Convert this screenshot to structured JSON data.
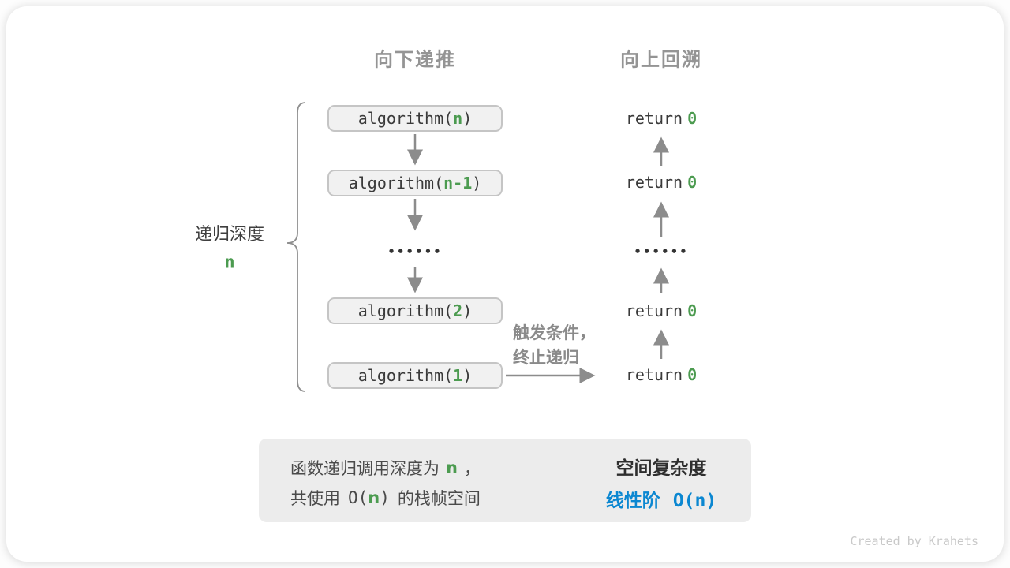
{
  "colors": {
    "accent_green": "#4c9b50",
    "accent_blue": "#0b87d1",
    "heading_gray": "#949494",
    "arrow_gray": "#8c8c8c",
    "box_fill": "#f1f1f1",
    "box_border": "#c5c5c5",
    "summary_bg": "#ececec",
    "text_dark": "#3a3a3a"
  },
  "headings": {
    "downward": "向下递推",
    "upward": "向上回溯"
  },
  "depth_brace": {
    "label": "递归深度",
    "value": "n"
  },
  "recursion_column": {
    "calls": [
      {
        "pre": "algorithm(",
        "arg": "n",
        "post": ")"
      },
      {
        "pre": "algorithm(",
        "arg": "n-1",
        "post": ")"
      },
      {
        "pre": "algorithm(",
        "arg": "2",
        "post": ")"
      },
      {
        "pre": "algorithm(",
        "arg": "1",
        "post": ")"
      }
    ],
    "ellipsis": "••••••"
  },
  "return_column": {
    "returns": [
      {
        "pre": "return",
        "val": "0"
      },
      {
        "pre": "return",
        "val": "0"
      },
      {
        "pre": "return",
        "val": "0"
      },
      {
        "pre": "return",
        "val": "0"
      }
    ],
    "ellipsis": "••••••"
  },
  "base_case": {
    "line1": "触发条件，",
    "line2": "终止递归"
  },
  "summary": {
    "left_line1": {
      "a": "函数递归调用深度为",
      "var": "n",
      "b": "，"
    },
    "left_line2": {
      "a": "共使用",
      "b": "O(",
      "var": "n",
      "c": ")",
      "d": "的栈帧空间"
    },
    "right": {
      "title": "空间复杂度",
      "result_label": "线性阶",
      "result_formula": "O(n)"
    }
  },
  "credit": "Created by Krahets"
}
